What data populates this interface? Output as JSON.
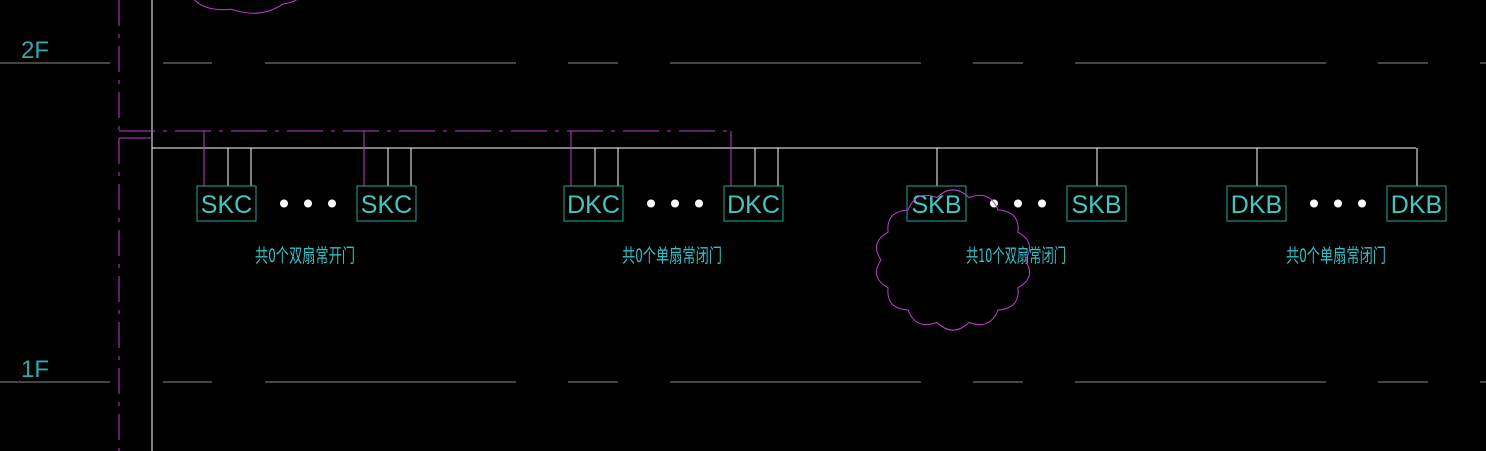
{
  "diagram": {
    "floors": [
      {
        "label": "2F"
      },
      {
        "label": "1F"
      }
    ],
    "groups": [
      {
        "box_label": "SKC",
        "caption": "共0个双扇常开门",
        "style": "three-wire"
      },
      {
        "box_label": "DKC",
        "caption": "共0个单扇常闭门",
        "style": "three-wire"
      },
      {
        "box_label": "SKB",
        "caption": "共10个双扇常闭门",
        "style": "single-wire",
        "revision_cloud": true
      },
      {
        "box_label": "DKB",
        "caption": "共0个单扇常闭门",
        "style": "single-wire"
      }
    ],
    "colors": {
      "background": "#000000",
      "bus_line": "#ffffff",
      "box_outline": "#1fa89a",
      "box_text": "#3fc9c0",
      "caption_text": "#2fc0c8",
      "magenta_line": "#c43bd0",
      "floor_line": "#8a8a8a",
      "floor_text": "#2fa9b0",
      "revision_cloud": "#c43bd0",
      "ellipsis_dots": "#ffffff"
    }
  }
}
